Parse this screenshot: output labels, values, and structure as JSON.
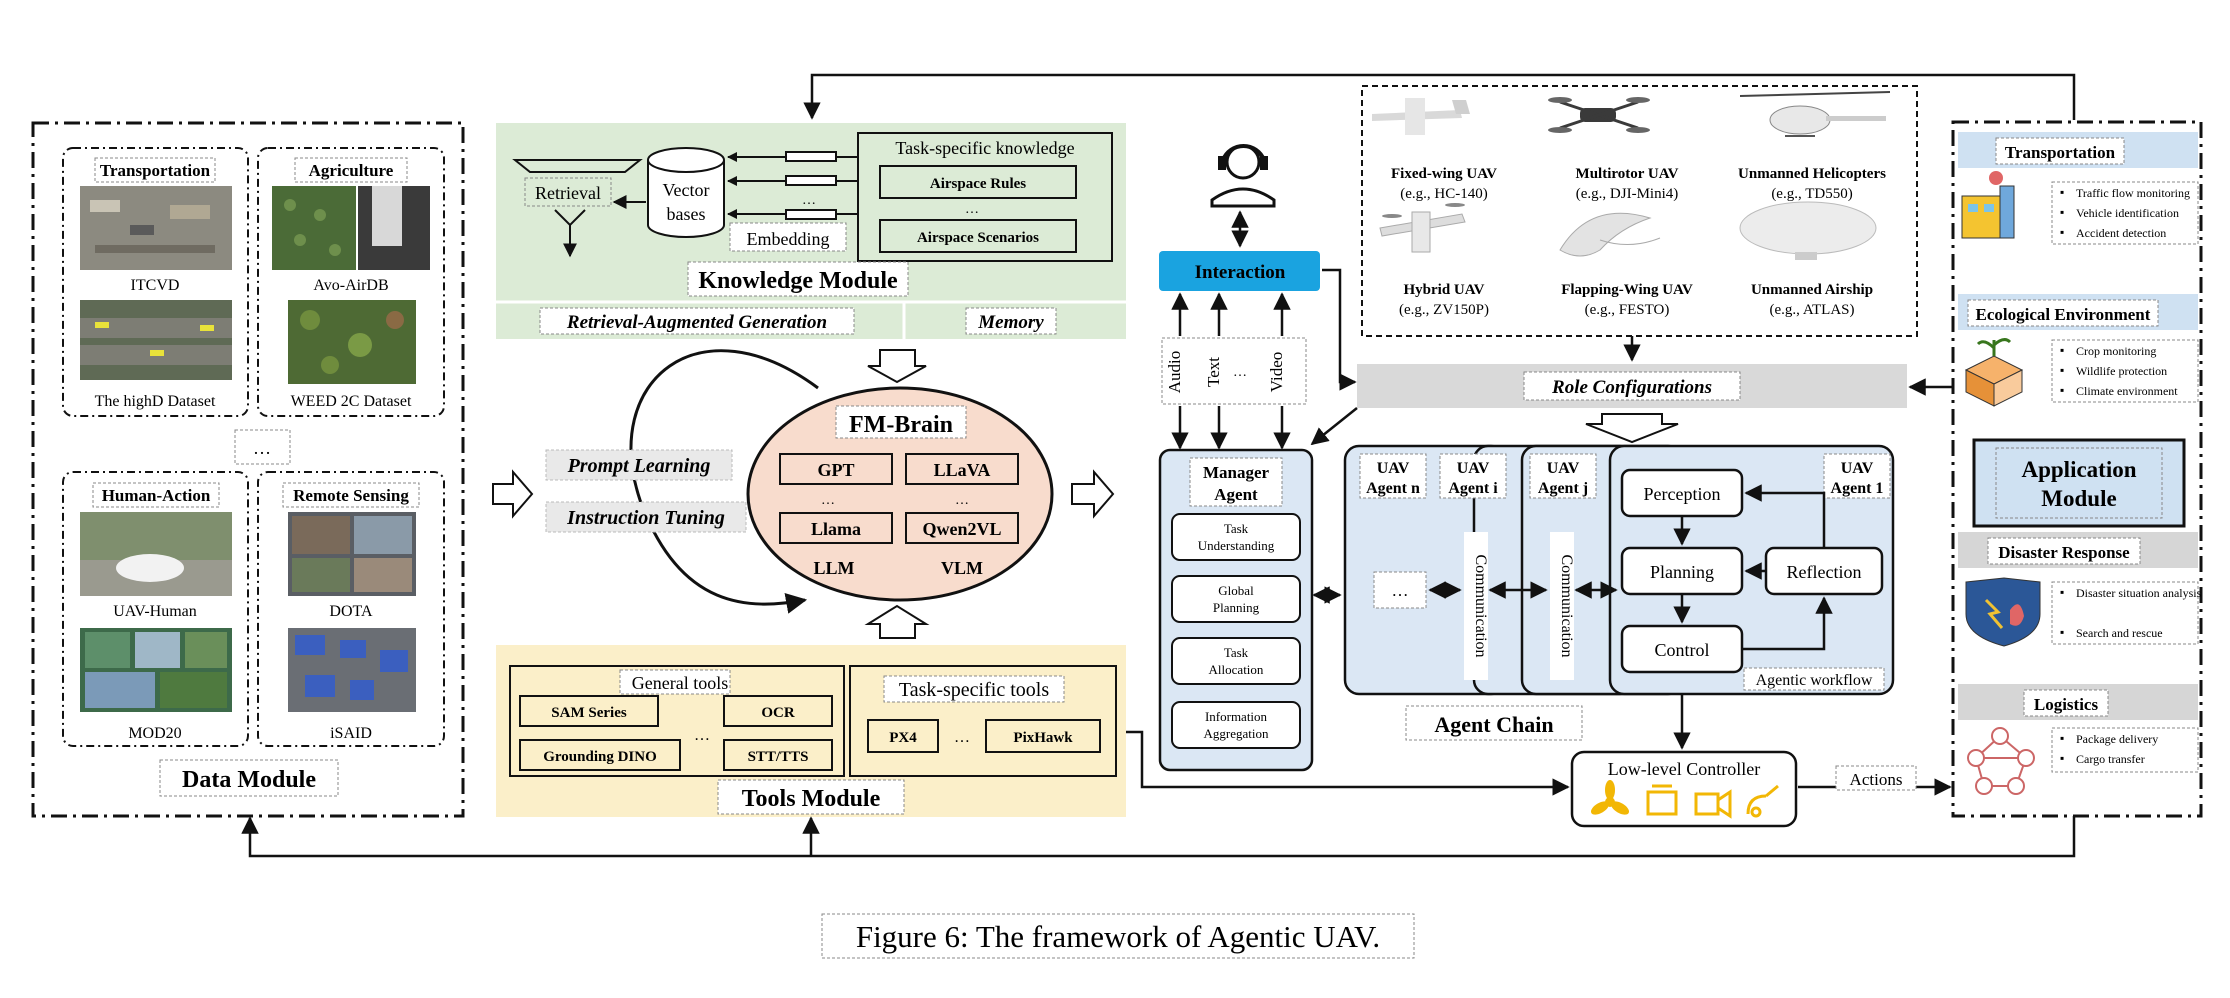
{
  "data_module": {
    "title": "Data Module",
    "groups": [
      {
        "title": "Transportation",
        "datasets": [
          "ITCVD",
          "The highD Dataset"
        ]
      },
      {
        "title": "Agriculture",
        "datasets": [
          "Avo-AirDB",
          "WEED 2C Dataset"
        ]
      },
      {
        "title": "Human-Action",
        "datasets": [
          "UAV-Human",
          "MOD20"
        ]
      },
      {
        "title": "Remote Sensing",
        "datasets": [
          "DOTA",
          "iSAID"
        ]
      }
    ],
    "ellipsis": "…"
  },
  "knowledge_module": {
    "title": "Knowledge Module",
    "retrieval": "Retrieval",
    "vector_bases": [
      "Vector",
      "bases"
    ],
    "embedding": "Embedding",
    "task_knowledge_title": "Task-specific knowledge",
    "airspace_rules": "Airspace Rules",
    "airspace_scenarios": "Airspace Scenarios",
    "rag": "Retrieval-Augmented Generation",
    "memory": "Memory",
    "ellipsis": "…"
  },
  "fm_brain": {
    "title": "FM-Brain",
    "prompt_learning": "Prompt Learning",
    "instruction_tuning": "Instruction Tuning",
    "llm_models": [
      "GPT",
      "Llama"
    ],
    "vlm_models": [
      "LLaVA",
      "Qwen2VL"
    ],
    "llm_label": "LLM",
    "vlm_label": "VLM",
    "ellipsis": "…"
  },
  "tools_module": {
    "title": "Tools Module",
    "general_title": "General tools",
    "general": [
      "SAM Series",
      "OCR",
      "Grounding DINO",
      "STT/TTS"
    ],
    "specific_title": "Task-specific tools",
    "specific": [
      "PX4",
      "PixHawk"
    ],
    "ellipsis": "…"
  },
  "interaction": {
    "label": "Interaction",
    "modalities": [
      "Audio",
      "Text",
      "Video"
    ],
    "ellipsis": "…"
  },
  "uav_types": [
    {
      "name": "Fixed-wing UAV",
      "example": "(e.g., HC-140)"
    },
    {
      "name": "Multirotor UAV",
      "example": "(e.g., DJI-Mini4)"
    },
    {
      "name": "Unmanned Helicopters",
      "example": "(e.g., TD550)"
    },
    {
      "name": "Hybrid UAV",
      "example": "(e.g., ZV150P)"
    },
    {
      "name": "Flapping-Wing UAV",
      "example": "(e.g., FESTO)"
    },
    {
      "name": "Unmanned Airship",
      "example": "(e.g., ATLAS)"
    }
  ],
  "role_configurations": "Role Configurations",
  "manager_agent": {
    "title": [
      "Manager",
      "Agent"
    ],
    "tasks": [
      [
        "Task",
        "Understanding"
      ],
      [
        "Global",
        "Planning"
      ],
      [
        "Task",
        "Allocation"
      ],
      [
        "Information",
        "Aggregation"
      ]
    ]
  },
  "agent_chain": {
    "title": "Agent Chain",
    "agents": [
      [
        "UAV",
        "Agent n"
      ],
      [
        "UAV",
        "Agent i"
      ],
      [
        "UAV",
        "Agent j"
      ],
      [
        "UAV",
        "Agent 1"
      ]
    ],
    "communication": "Communication",
    "ellipsis": "…",
    "workflow": [
      "Perception",
      "Planning",
      "Control",
      "Reflection"
    ],
    "workflow_label": "Agentic workflow"
  },
  "low_level_controller": "Low-level Controller",
  "actions": "Actions",
  "application_module": {
    "title": [
      "Application",
      "Module"
    ],
    "sections": [
      {
        "title": "Transportation",
        "items": [
          "Traffic flow monitoring",
          "Vehicle identification",
          "Accident detection"
        ]
      },
      {
        "title": "Ecological Environment",
        "items": [
          "Crop monitoring",
          "Wildlife protection",
          "Climate environment"
        ]
      },
      {
        "title": "Disaster Response",
        "items": [
          "Disaster situation analysis",
          "Search and rescue"
        ]
      },
      {
        "title": "Logistics",
        "items": [
          "Package delivery",
          "Cargo transfer"
        ]
      }
    ]
  },
  "caption": "Figure 6: The framework of Agentic UAV.",
  "colors": {
    "knowledge_bg": "#dcebd6",
    "tools_bg": "#fbefc9",
    "brain_bg": "#f8dccd",
    "agent_bg": "#dbe7f4",
    "interaction": "#1aa3e0",
    "gray_band": "#d9d9d9",
    "app_header_blue": "#cfe1f2",
    "app_header_gray": "#d6d6d6"
  }
}
